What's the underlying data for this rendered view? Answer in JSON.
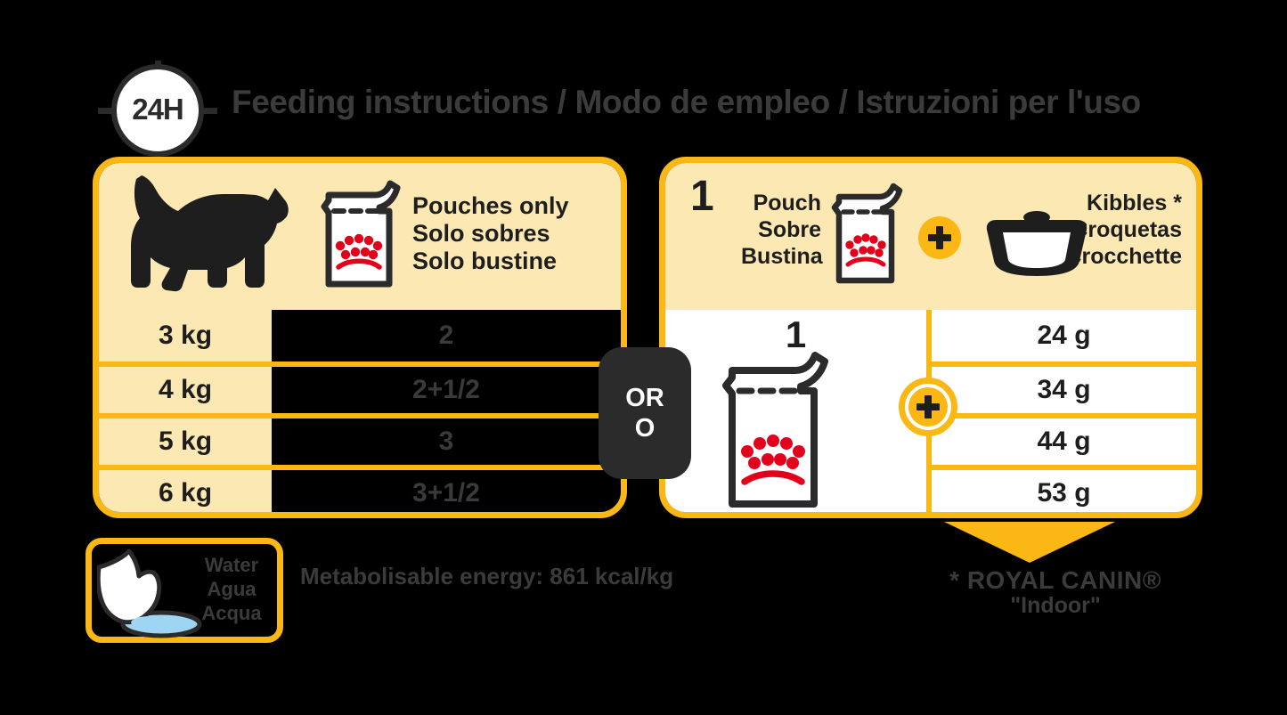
{
  "header": {
    "clock_badge": "24H",
    "title": "Feeding instructions / Modo de empleo / Istruzioni per l'uso"
  },
  "colors": {
    "accent_yellow": "#FBB713",
    "panel_cream": "#FCE8B2",
    "dark": "#2b2b2b",
    "crown_red": "#E3001B",
    "water_blue": "#9ED5F2"
  },
  "left_panel": {
    "head": {
      "line1": "Pouches only",
      "line2": "Solo sobres",
      "line3": "Solo bustine"
    },
    "rows": [
      {
        "weight": "3 kg",
        "pouches": "2"
      },
      {
        "weight": "4 kg",
        "pouches": "2+1/2"
      },
      {
        "weight": "5 kg",
        "pouches": "3"
      },
      {
        "weight": "6 kg",
        "pouches": "3+1/2"
      }
    ]
  },
  "or_badge": {
    "line1": "OR",
    "line2": "O"
  },
  "right_panel": {
    "head": {
      "number": "1",
      "pouch_line1": "Pouch",
      "pouch_line2": "Sobre",
      "pouch_line3": "Bustina",
      "plus": "+",
      "kibbles_line1": "Kibbles *",
      "kibbles_line2": "Croquetas",
      "kibbles_line3": "Crocchette"
    },
    "pouch_count": "1",
    "plus": "+",
    "rows": [
      {
        "kibbles": "24 g"
      },
      {
        "kibbles": "34 g"
      },
      {
        "kibbles": "44 g"
      },
      {
        "kibbles": "53 g"
      }
    ]
  },
  "water_box": {
    "line1": "Water",
    "line2": "Agua",
    "line3": "Acqua"
  },
  "footer": {
    "energy": "Metabolisable energy: 861 kcal/kg",
    "footnote_brand": "* ROYAL CANIN®",
    "footnote_variant": "\"Indoor\""
  }
}
